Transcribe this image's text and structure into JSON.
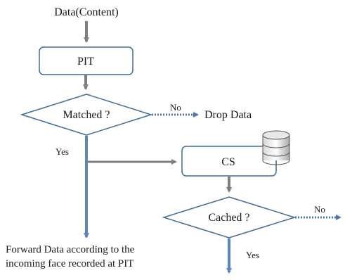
{
  "diagram": {
    "input_label": "Data(Content)",
    "pit_label": "PIT",
    "matched_label": "Matched ?",
    "no_label_1": "No",
    "drop_label": "Drop Data",
    "yes_label_1": "Yes",
    "cs_label": "CS",
    "cached_label": "Cached ?",
    "no_label_2": "No",
    "yes_label_2": "Yes",
    "forward_line_1": "Forward Data according to the",
    "forward_line_2": "incoming face recorded at PIT"
  },
  "colors": {
    "box_stroke": "#3f6d9a",
    "box_fill": "#ffffff",
    "gray_arrow": "#7f7f7f",
    "blue_arrow": "#5b86bd",
    "dotted_arrow": "#4a78b2",
    "text": "#1a1a1a"
  },
  "icons": {
    "database": "database-icon"
  }
}
